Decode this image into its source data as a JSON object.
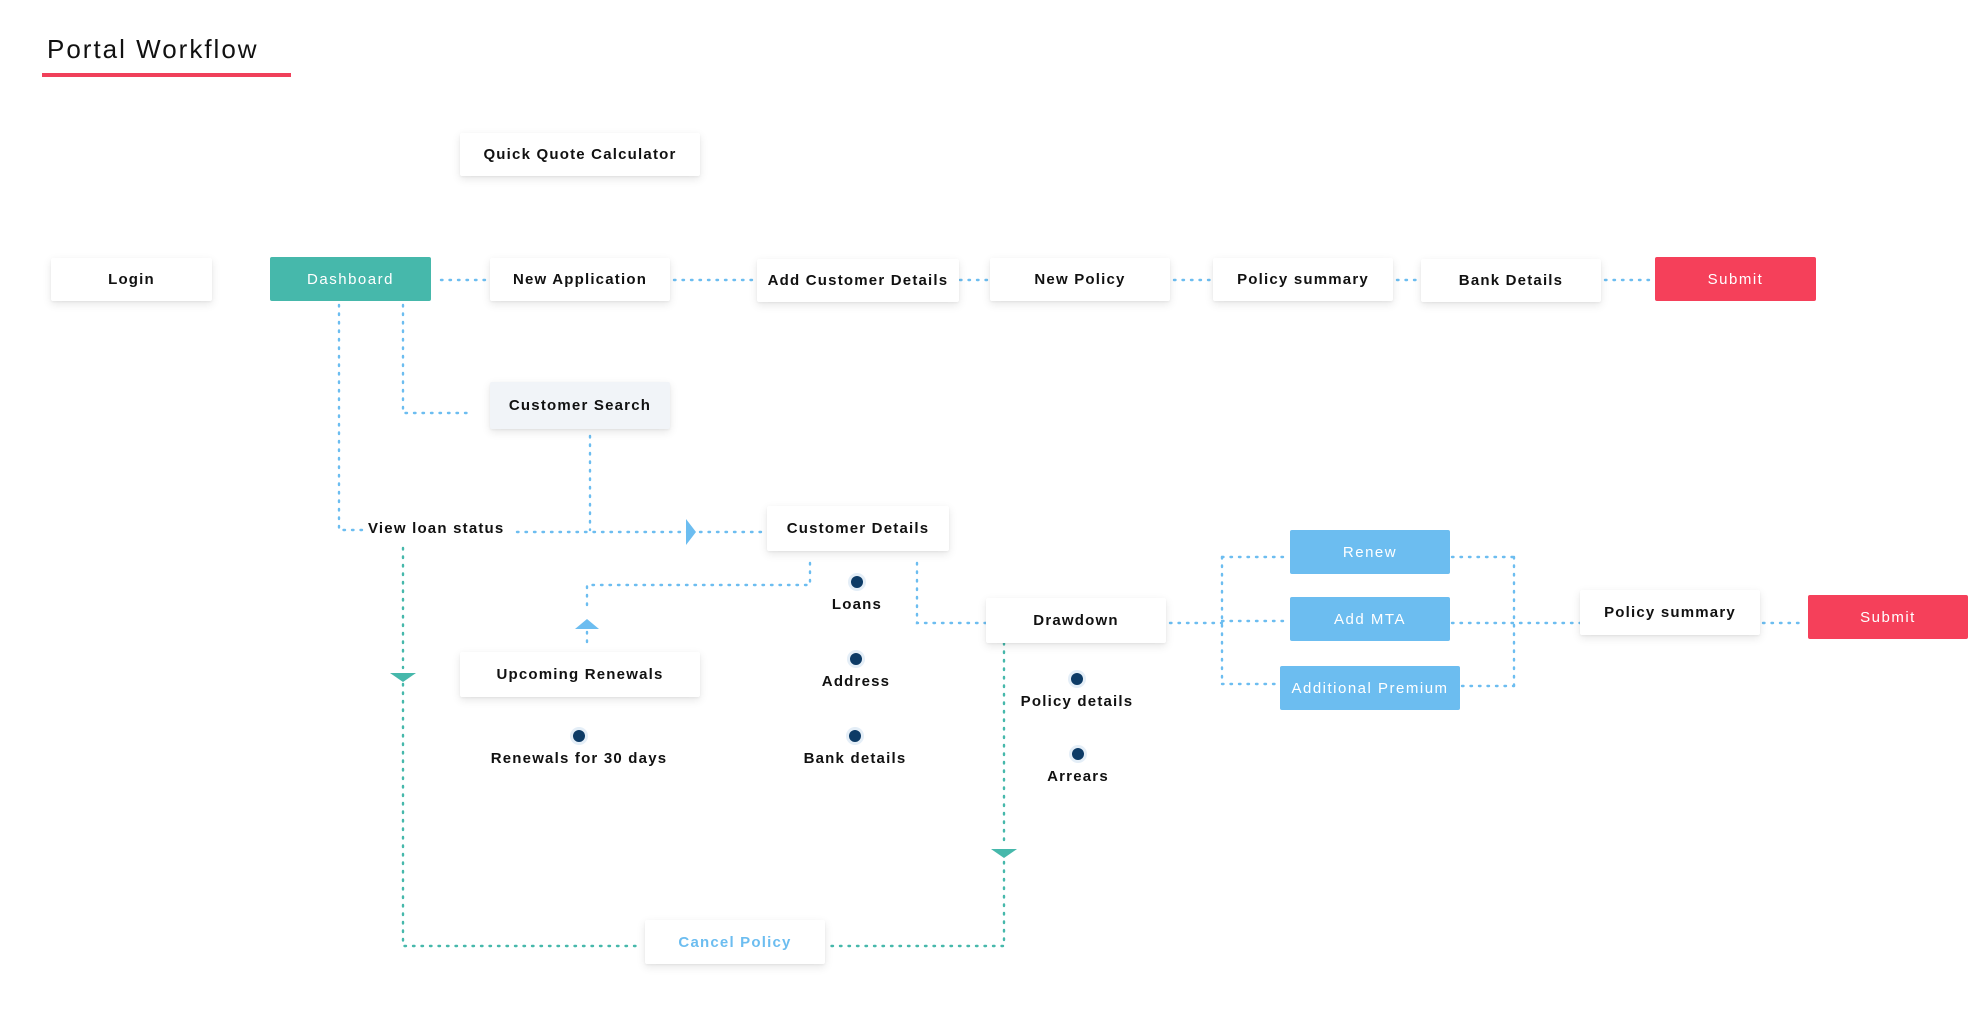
{
  "title": "Portal Workflow",
  "colors": {
    "accent_red": "#f5405a",
    "teal": "#46b8ab",
    "blue": "#6cbdf0",
    "dot": "#0d3b66",
    "connector": "#6cbdf0",
    "connector_teal": "#46b8ab"
  },
  "nodes": {
    "quick_quote": "Quick Quote Calculator",
    "login": "Login",
    "dashboard": "Dashboard",
    "new_application": "New Application",
    "add_customer_details": "Add Customer Details",
    "new_policy": "New Policy",
    "policy_summary_top": "Policy summary",
    "bank_details_top": "Bank Details",
    "submit_top": "Submit",
    "customer_search": "Customer Search",
    "view_loan_status": "View loan status",
    "customer_details": "Customer Details",
    "upcoming_renewals": "Upcoming Renewals",
    "drawdown": "Drawdown",
    "renew": "Renew",
    "add_mta": "Add MTA",
    "additional_premium": "Additional Premium",
    "policy_summary_right": "Policy summary",
    "submit_right": "Submit",
    "cancel_policy": "Cancel Policy"
  },
  "sub_items": {
    "customer_details": [
      "Loans",
      "Address",
      "Bank details"
    ],
    "upcoming_renewals": [
      "Renewals for 30 days"
    ],
    "drawdown": [
      "Policy details",
      "Arrears"
    ]
  }
}
